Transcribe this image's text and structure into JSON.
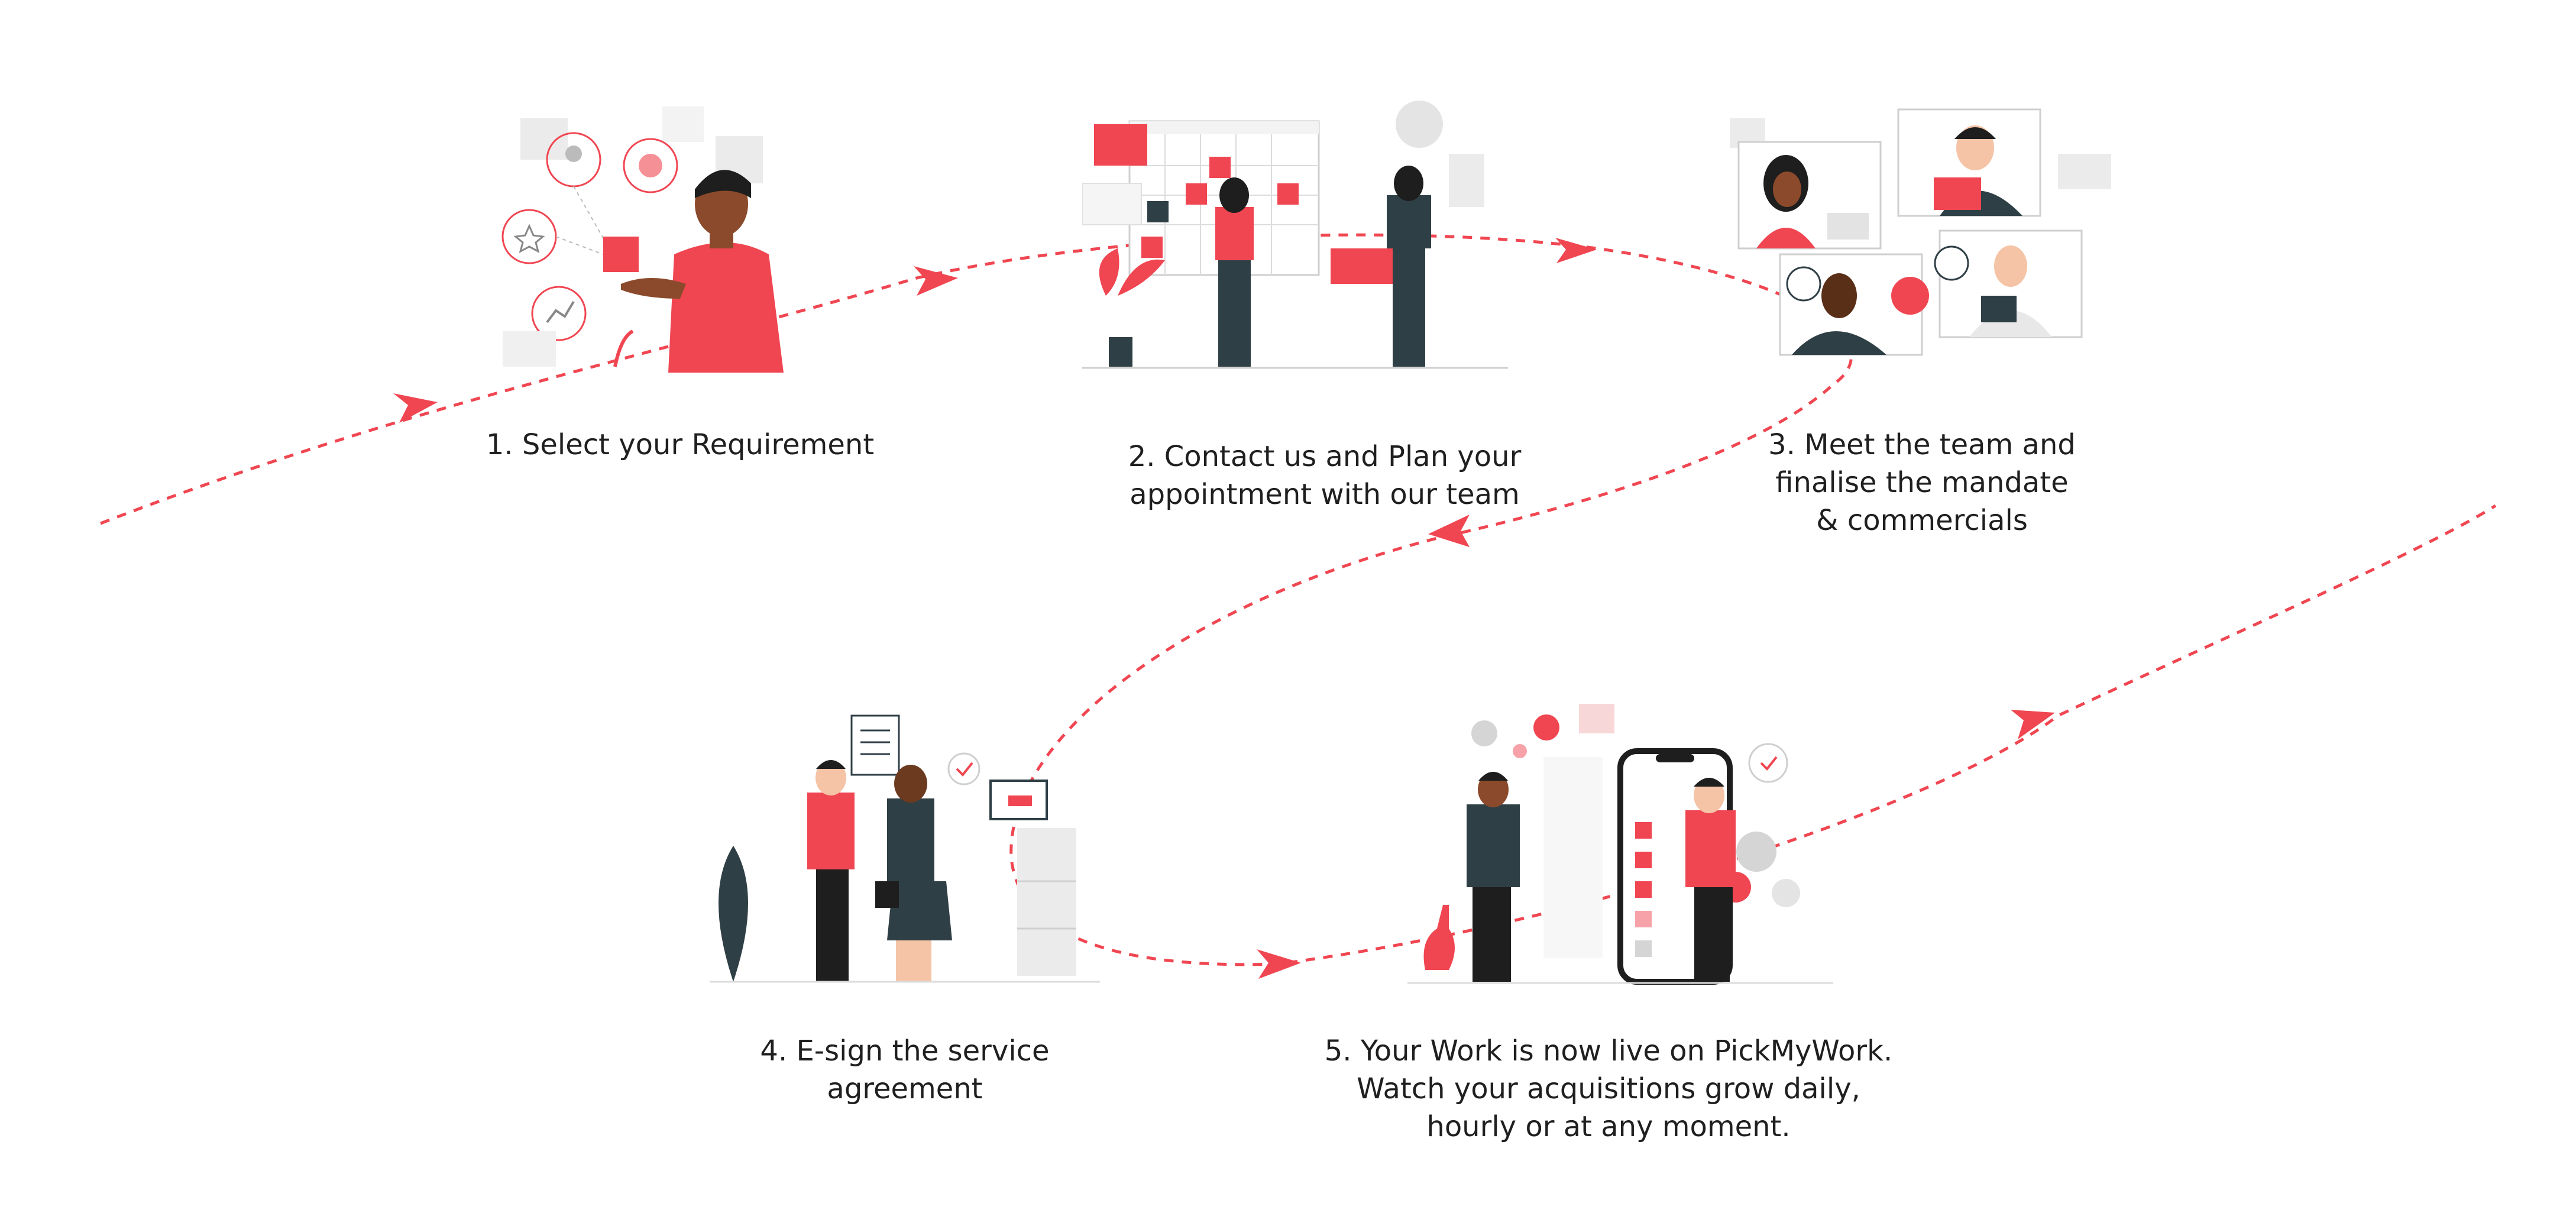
{
  "colors": {
    "accent": "#f04651",
    "dark": "#2f3f46",
    "skin_dark": "#6b3a1f",
    "light_gray": "#ebebeb",
    "text": "#1f1f1f"
  },
  "steps": [
    {
      "lines": [
        "1. Select your Requirement"
      ],
      "icon": "requirement-illustration"
    },
    {
      "lines": [
        "2. Contact us and Plan your",
        "appointment with our team"
      ],
      "icon": "planning-illustration"
    },
    {
      "lines": [
        "3. Meet the team and",
        "finalise the mandate",
        "& commercials"
      ],
      "icon": "video-meeting-illustration"
    },
    {
      "lines": [
        "4. E-sign the service",
        "agreement"
      ],
      "icon": "contract-handshake-illustration"
    },
    {
      "lines": [
        "5. Your Work is now live on PickMyWork.",
        "Watch your acquisitions grow daily,",
        "hourly or at any moment."
      ],
      "icon": "mobile-app-illustration"
    }
  ]
}
